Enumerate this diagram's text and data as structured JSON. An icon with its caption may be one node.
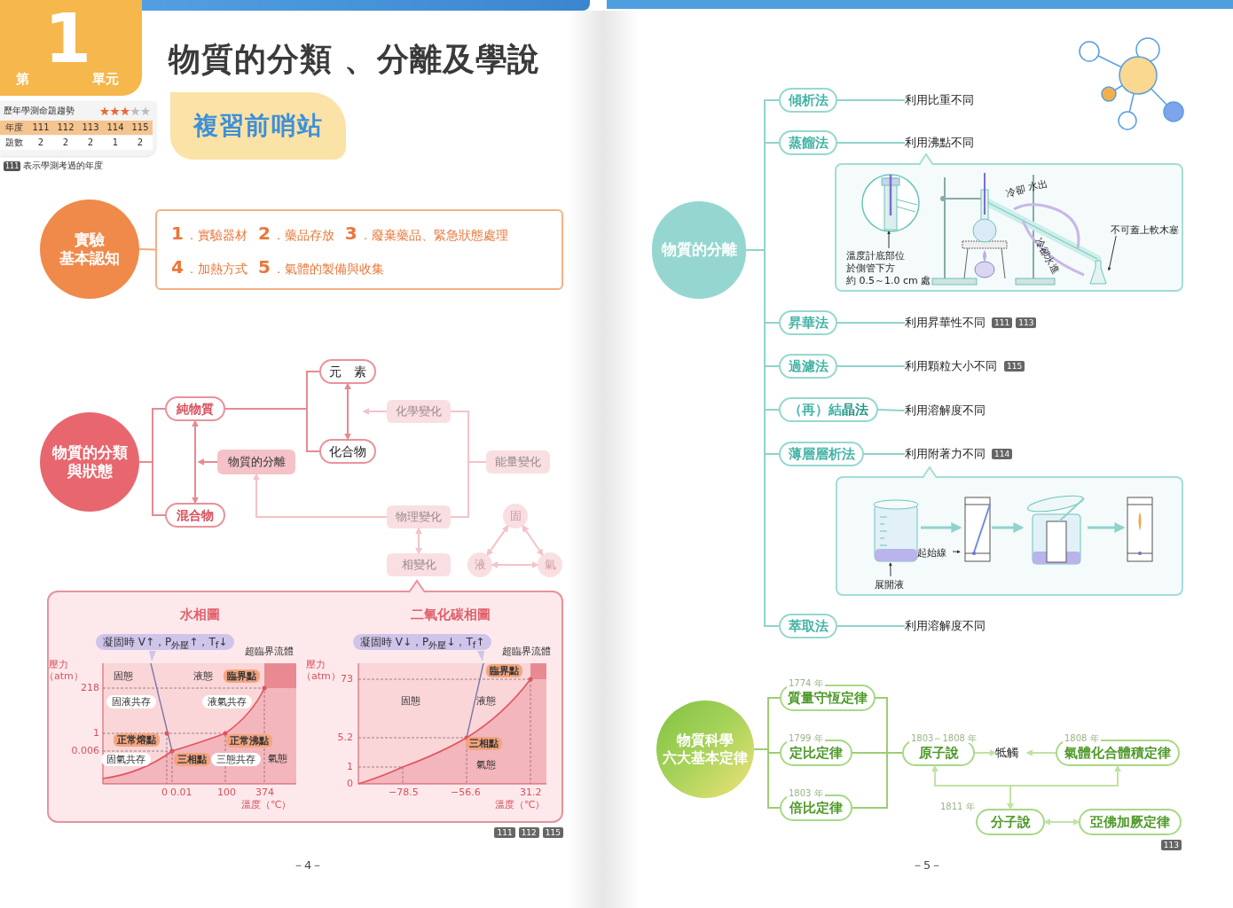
{
  "diagram": {
    "title": "物質的分類 、分離及學說",
    "nodes": [
      {
        "text": [
          "第",
          "1",
          "單元"
        ]
      },
      {
        "text": [
          "複習前哨站"
        ]
      },
      {
        "text": [
          "實驗",
          "基本認知"
        ]
      },
      {
        "text": [
          "**1**．實驗器材",
          "**2**．藥品存放",
          "**3**．廢棄藥品、緊急狀態處理",
          "**4**．加熱方式",
          "**5**．氣體的製備與收集"
        ]
      },
      {
        "text": [
          "物質的分類",
          "與狀態"
        ]
      },
      {
        "text": [
          "純物質"
        ]
      },
      {
        "text": [
          "混合物"
        ]
      },
      {
        "text": [
          "元　素"
        ]
      },
      {
        "text": [
          "化合物"
        ]
      },
      {
        "text": [
          "物質的分離"
        ]
      },
      {
        "text": [
          "化學變化"
        ]
      },
      {
        "text": [
          "能量變化"
        ]
      },
      {
        "text": [
          "物理變化"
        ]
      },
      {
        "text": [
          "相變化"
        ]
      },
      {
        "text": [
          "固"
        ]
      },
      {
        "text": [
          "液"
        ]
      },
      {
        "text": [
          "氣"
        ]
      },
      {
        "text": [
          "水相圖",
          "二氧化碳相圖"
        ],
        "beside": [
          "111",
          "112",
          "115"
        ]
      },
      {
        "text": [
          "物質的分離"
        ]
      },
      {
        "text": [
          "傾析法"
        ]
      },
      {
        "text": [
          "利用比重不同"
        ]
      },
      {
        "text": [
          "蒸餾法"
        ]
      },
      {
        "text": [
          "利用沸點不同"
        ]
      },
      {
        "text": [],
        "shape": "box"
      },
      {
        "text": [],
        "shape": "picture",
        "in": 23
      },
      {
        "text": [],
        "shape": "picture",
        "in": 23
      },
      {
        "text": [
          "溫度計底部位",
          "於側管下方",
          "約 0.5～1.0 cm 處"
        ],
        "in": 23
      },
      {
        "text": [
          "不可蓋上軟木塞"
        ],
        "in": 23
      },
      {
        "text": [
          "昇華法"
        ]
      },
      {
        "text": [
          "利用昇華性不同"
        ],
        "beside": [
          "111",
          "113"
        ]
      },
      {
        "text": [
          "過濾法"
        ]
      },
      {
        "text": [
          "利用顆粒大小不同"
        ],
        "beside": [
          "115"
        ]
      },
      {
        "text": [
          "（再）結**晶法**"
        ]
      },
      {
        "text": [
          "利用溶解度不同"
        ]
      },
      {
        "text": [
          "薄層層析法"
        ]
      },
      {
        "text": [
          "利用附著力不同"
        ],
        "beside": [
          "114"
        ]
      },
      {
        "text": [],
        "shape": "box"
      },
      {
        "text": [],
        "shape": "picture",
        "in": 36
      },
      {
        "text": [],
        "shape": "picture",
        "in": 36
      },
      {
        "text": [],
        "shape": "picture",
        "in": 36
      },
      {
        "text": [],
        "shape": "picture",
        "in": 36
      },
      {
        "text": [
          "起始線"
        ],
        "in": 36
      },
      {
        "text": [
          "展開液"
        ],
        "in": 36
      },
      {
        "text": [
          "萃取法"
        ]
      },
      {
        "text": [
          "利用溶解度不同"
        ]
      },
      {
        "text": [
          "物質科學",
          "六大基本定律"
        ]
      },
      {
        "text": [
          "質量守恆定律"
        ],
        "beside": [
          "1774 年"
        ]
      },
      {
        "text": [
          "定比定律"
        ],
        "beside": [
          "1799 年"
        ]
      },
      {
        "text": [
          "倍比定律"
        ],
        "beside": [
          "1803 年"
        ]
      },
      {
        "text": [
          "原子說"
        ],
        "beside": [
          "1803～1808 年"
        ]
      },
      {
        "text": [
          "牴觸"
        ]
      },
      {
        "text": [
          "氣體化合體積定律"
        ],
        "beside": [
          "1808 年"
        ]
      },
      {
        "text": [
          "分子說"
        ],
        "beside": [
          "1811 年"
        ]
      },
      {
        "text": [
          "亞佛加厥定律"
        ],
        "beside": [
          "113"
        ]
      }
    ],
    "edges": [
      {
        "from": 2,
        "to": 3,
        "arrow": "none",
        "color": "#f4a774"
      },
      {
        "from": 4,
        "to": 5,
        "arrow": "none",
        "color": "#e58a92"
      },
      {
        "from": 4,
        "to": 6,
        "arrow": "none",
        "color": "#e58a92"
      },
      {
        "from": 5,
        "to": 6,
        "arrow": "both",
        "color": "#e58a92"
      },
      {
        "from": 9,
        "to": null,
        "arrow": "to",
        "color": "#e58a92"
      },
      {
        "from": 5,
        "to": 7,
        "arrow": "none",
        "color": "#e58a92"
      },
      {
        "from": 5,
        "to": 8,
        "arrow": "none",
        "color": "#e58a92"
      },
      {
        "from": 7,
        "to": 8,
        "arrow": "both",
        "color": "#e58a92"
      },
      {
        "from": 10,
        "to": null,
        "arrow": "to",
        "color": "#f4c2c8"
      },
      {
        "from": 11,
        "to": 10,
        "arrow": "none",
        "color": "#f4c2c8"
      },
      {
        "from": 11,
        "to": 12,
        "arrow": "none",
        "color": "#f4c2c8"
      },
      {
        "from": 12,
        "to": 9,
        "arrow": "to",
        "color": "#f4c2c8"
      },
      {
        "from": 12,
        "to": 13,
        "arrow": "both",
        "color": "#f4c2c8"
      },
      {
        "from": 14,
        "to": 15,
        "arrow": "both",
        "color": "#f4c2c8"
      },
      {
        "from": 14,
        "to": 16,
        "arrow": "both",
        "color": "#f4c2c8"
      },
      {
        "from": 15,
        "to": 16,
        "arrow": "both",
        "color": "#f4c2c8"
      },
      {
        "from": 18,
        "to": 19,
        "arrow": "none"
      },
      {
        "from": 18,
        "to": 21,
        "arrow": "none"
      },
      {
        "from": 18,
        "to": 28,
        "arrow": "none"
      },
      {
        "from": 18,
        "to": 30,
        "arrow": "none"
      },
      {
        "from": 18,
        "to": 32,
        "arrow": "none"
      },
      {
        "from": 18,
        "to": 34,
        "arrow": "none"
      },
      {
        "from": 18,
        "to": 43,
        "arrow": "none"
      },
      {
        "from": 19,
        "to": 20,
        "arrow": "none"
      },
      {
        "from": 21,
        "to": 22,
        "arrow": "none"
      },
      {
        "from": 28,
        "to": 29,
        "arrow": "none"
      },
      {
        "from": 30,
        "to": 31,
        "arrow": "none"
      },
      {
        "from": 32,
        "to": 33,
        "arrow": "none"
      },
      {
        "from": 34,
        "to": 35,
        "arrow": "none"
      },
      {
        "from": 43,
        "to": 44,
        "arrow": "none"
      },
      {
        "from": 26,
        "to": 24,
        "arrow": "to",
        "color": "#333333"
      },
      {
        "from": 27,
        "to": 25,
        "arrow": "to",
        "color": "#333333"
      },
      {
        "from": 37,
        "to": 38,
        "arrow": "to"
      },
      {
        "from": 38,
        "to": 39,
        "arrow": "to"
      },
      {
        "from": 39,
        "to": 40,
        "arrow": "to"
      },
      {
        "from": 41,
        "to": 38,
        "arrow": "to",
        "color": "#333333"
      },
      {
        "from": 42,
        "to": 37,
        "arrow": "to",
        "color": "#333333"
      },
      {
        "from": 45,
        "to": 46,
        "arrow": "none",
        "color": "#9ccd72"
      },
      {
        "from": 45,
        "to": 47,
        "arrow": "none",
        "color": "#9ccd72"
      },
      {
        "from": 45,
        "to": 48,
        "arrow": "none",
        "color": "#9ccd72"
      },
      {
        "from": 46,
        "to": 49,
        "arrow": "none",
        "color": "#9ccd72"
      },
      {
        "from": 47,
        "to": 49,
        "arrow": "none",
        "color": "#9ccd72"
      },
      {
        "from": 48,
        "to": 49,
        "arrow": "none",
        "color": "#9ccd72"
      },
      {
        "from": 49,
        "to": 50,
        "arrow": "to",
        "color": "#bfe3a4"
      },
      {
        "from": 51,
        "to": 50,
        "arrow": "to",
        "color": "#bfe3a4"
      },
      {
        "from": 49,
        "to": 52,
        "arrow": "both",
        "color": "#bfe3a4"
      },
      {
        "from": 51,
        "to": 52,
        "arrow": "both",
        "color": "#bfe3a4"
      },
      {
        "from": 52,
        "to": 53,
        "arrow": "both",
        "color": "#bfe3a4"
      }
    ],
    "labels": [
      "歷年學測命題趨勢",
      "年度",
      "111",
      "112",
      "113",
      "114",
      "115",
      "題數",
      "2",
      "2",
      "2",
      "1",
      "2",
      "111",
      "表示學測考過的年度",
      "凝固時 V↑，P$_{外壓}$↑，T$_{f}$↓",
      "超臨界流體",
      "壓力（atm）",
      "218",
      "1",
      "0.006",
      "固態",
      "液態",
      "臨界點",
      "固液共存",
      "液氣共存",
      "正常熔點",
      "正常沸點",
      "固氣共存",
      "三相點",
      "三態共存",
      "氣態",
      "0",
      "0.01",
      "100",
      "374",
      "溫度（℃）",
      "凝固時 V↓，P$_{外壓}$↓，T$_{f}$↑",
      "超臨界流體",
      "壓力（atm）",
      "73",
      "5.2",
      "1",
      "0",
      "臨界點",
      "固態",
      "液態",
      "三相點",
      "氣態",
      "−78.5",
      "−56.6",
      "31.2",
      "溫度（℃）",
      "冷卻 水出",
      "冷卻水進",
      "－4－",
      "－5－"
    ]
  }
}
